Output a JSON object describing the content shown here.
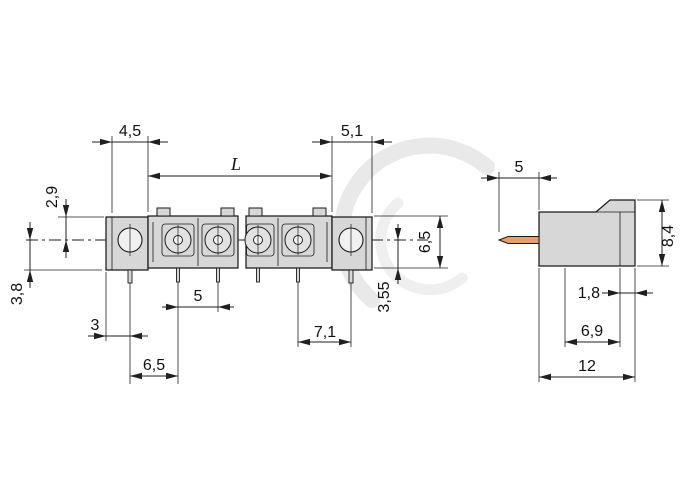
{
  "colors": {
    "background": "#ffffff",
    "body_fill": "#d7d7d7",
    "ring_fill": "#e2e2e2",
    "hole_fill": "#f0f0f0",
    "pin_fill": "#e59f6d",
    "line_color": "#1a1a1a",
    "dim_color": "#1f1f1f",
    "text_color": "#111111",
    "watermark_color": "#e9e9e9",
    "watermark_light": "#efefef"
  },
  "front_view": {
    "dims": {
      "flange_left_width": "4,5",
      "length": "L",
      "flange_right_width": "5,1",
      "top_to_center": "2,9",
      "center_to_bottom_left": "3,8",
      "total_height": "6,5",
      "center_to_bottom_right": "3,55",
      "pin_pitch": "5",
      "edge_to_first_pin": "3",
      "last_pole_to_edge": "7,1",
      "first_pin_to_first_pole": "6,5"
    }
  },
  "side_view": {
    "dims": {
      "pin_length": "5",
      "total_height": "8,4",
      "step_width": "1,8",
      "housing_depth": "6,9",
      "total_depth": "12"
    }
  }
}
